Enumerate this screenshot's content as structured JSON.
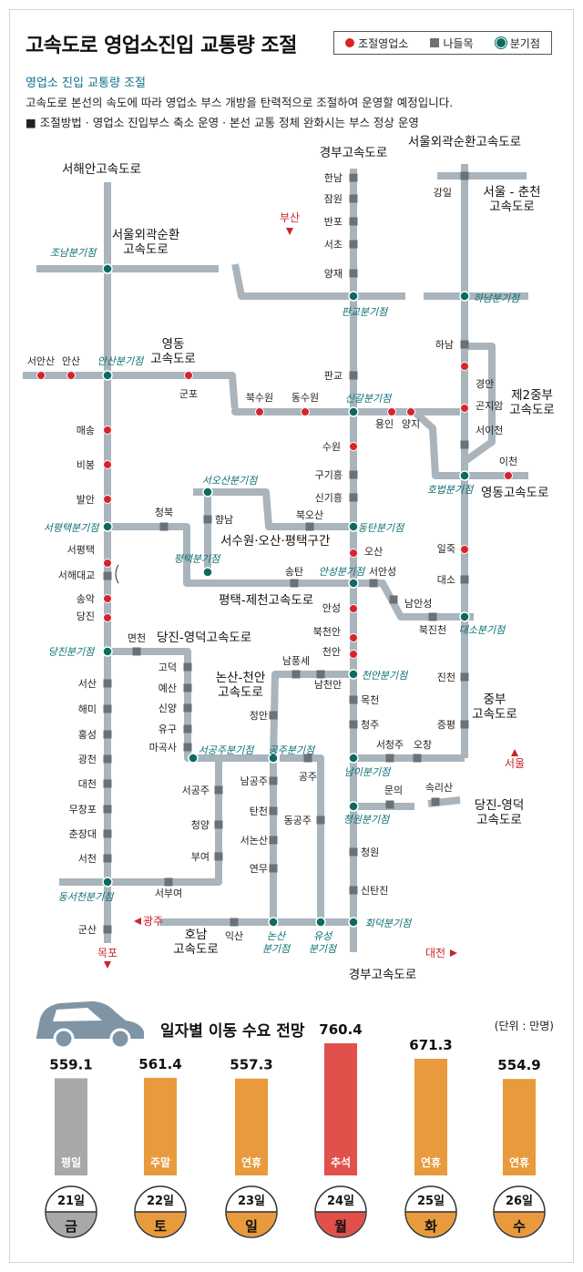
{
  "header": {
    "title": "고속도로 영업소진입 교통량 조절",
    "subtitle": "영업소 진입 교통량 조절",
    "description": "고속도로 본선의 속도에 따라 영업소 부스 개방을 탄력적으로 조절하여 운영할 예정입니다.",
    "method": "■ 조절방법  · 영업소 진입부스 축소 운영  · 본선 교통 정체 완화시는 부스 정상 운영"
  },
  "legend": {
    "toll_gate": "조절영업소",
    "interchange": "나들목",
    "junction": "분기점"
  },
  "colors": {
    "road": "#a9b4bc",
    "toll_gate": "#d8232a",
    "interchange": "#6a7177",
    "junction": "#0b6b5e",
    "junction_label": "#0b6f72",
    "direction": "#c7252c",
    "bar_weekday": "#a8a8a8",
    "bar_holiday": "#e89a3c",
    "bar_chuseok": "#e2504b"
  },
  "map": {
    "roads": [
      {
        "text": "서해안고속도로"
      },
      {
        "text": "서울외곽순환\n고속도로"
      },
      {
        "text": "영동\n고속도로"
      },
      {
        "text": "경부고속도로"
      },
      {
        "text": "서울외곽순환고속도로"
      },
      {
        "text": "서울 - 춘천\n고속도로"
      },
      {
        "text": "제2중부\n고속도로"
      },
      {
        "text": "영동고속도로"
      },
      {
        "text": "서수원·오산·평택구간"
      },
      {
        "text": "평택-제천고속도로"
      },
      {
        "text": "당진-영덕고속도로"
      },
      {
        "text": "논산-천안\n고속도로"
      },
      {
        "text": "중부\n고속도로"
      },
      {
        "text": "당진-영덕\n고속도로"
      },
      {
        "text": "호남\n고속도로"
      },
      {
        "text": "경부고속도로"
      }
    ],
    "directions": [
      {
        "text": "부산"
      },
      {
        "text": "서울"
      },
      {
        "text": "목포"
      },
      {
        "text": "광주"
      },
      {
        "text": "대전"
      }
    ],
    "junctions": [
      "조남분기점",
      "안산분기점",
      "판교분기점",
      "하남분기점",
      "신갈분기점",
      "호법분기점",
      "서오산분기점",
      "동탄분기점",
      "서평택분기점",
      "평택분기점",
      "안성분기점",
      "대소분기점",
      "당진분기점",
      "천안분기점",
      "서공주분기점",
      "공주분기점",
      "남이분기점",
      "청원분기점",
      "동서천분기점",
      "회덕분기점",
      "논산\n분기점",
      "유성\n분기점"
    ],
    "toll_gates": [
      "서안산",
      "안산",
      "군포",
      "북수원",
      "동수원",
      "용인",
      "양지",
      "경안",
      "곤지암",
      "이천",
      "매송",
      "비봉",
      "발안",
      "서평택",
      "송악",
      "당진",
      "수원",
      "오산",
      "안성",
      "천안",
      "북천안",
      "일죽"
    ],
    "interchanges": [
      "한남",
      "잠원",
      "반포",
      "서초",
      "양재",
      "강일",
      "하남",
      "서이천",
      "판교",
      "구기흥",
      "신기흥",
      "북오산",
      "향남",
      "청북",
      "서안성",
      "남안성",
      "송탄",
      "대소",
      "북진천",
      "서해대교",
      "면천",
      "고덕",
      "예산",
      "신양",
      "유구",
      "마곡사",
      "남풍세",
      "남천안",
      "목천",
      "청주",
      "진천",
      "증평",
      "오창",
      "서청주",
      "정안",
      "공주",
      "남공주",
      "탄천",
      "서논산",
      "연무",
      "동공주",
      "서공주",
      "청양",
      "부여",
      "서부여",
      "문의",
      "속리산",
      "청원",
      "신탄진",
      "익산",
      "서산",
      "해미",
      "홍성",
      "광천",
      "대천",
      "무창포",
      "춘장대",
      "서천",
      "군산"
    ]
  },
  "chart_data": {
    "type": "bar",
    "title": "일자별 이동 수요 전망",
    "unit": "(단위 : 만명)",
    "categories": [
      "21일",
      "22일",
      "23일",
      "24일",
      "25일",
      "26일"
    ],
    "weekdays": [
      "금",
      "토",
      "일",
      "월",
      "화",
      "수"
    ],
    "day_types": [
      "평일",
      "주말",
      "연휴",
      "추석",
      "연휴",
      "연휴"
    ],
    "series": [
      {
        "values": [
          559.1,
          561.4,
          557.3,
          760.4,
          671.3,
          554.9
        ]
      }
    ],
    "value_labels": [
      "559.1",
      "561.4",
      "557.3",
      "760.4",
      "671.3",
      "554.9"
    ],
    "ylim": [
      0,
      800
    ],
    "colors": [
      "#a8a8a8",
      "#e89a3c",
      "#e89a3c",
      "#e2504b",
      "#e89a3c",
      "#e89a3c"
    ]
  }
}
